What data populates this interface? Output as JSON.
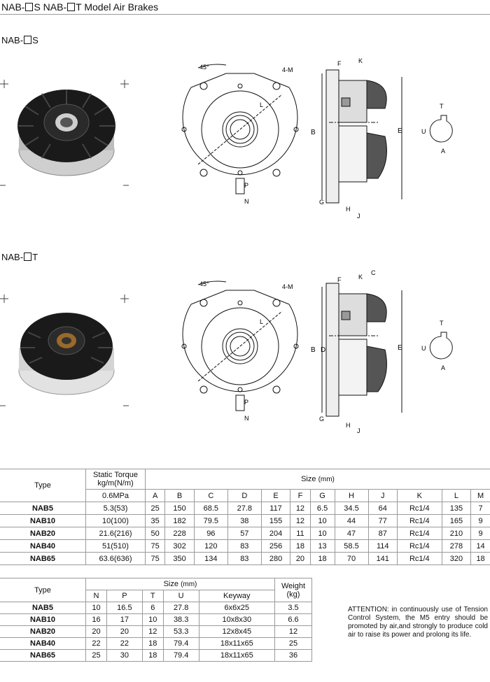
{
  "header": {
    "title_prefix": "NAB-",
    "title_mid": "S  NAB-",
    "title_suffix": "T Model Air Brakes"
  },
  "section_s": {
    "prefix": "NAB-",
    "suffix": "S"
  },
  "section_t": {
    "prefix": "NAB-",
    "suffix": "T"
  },
  "drawing_labels": {
    "angle": "45°",
    "m": "4-M",
    "l": "L",
    "p": "P",
    "n": "N",
    "f": "F",
    "k": "K",
    "b": "B",
    "e": "E",
    "g": "G",
    "h": "H",
    "j": "J",
    "t": "T",
    "u": "U",
    "a": "A",
    "c": "C",
    "d": "D"
  },
  "table1": {
    "type_header": "Type",
    "torque_header": "Static Torque",
    "torque_unit": "kg/m(N/m)",
    "pressure": "0.6MPa",
    "size_header": "Size",
    "size_unit": "(mm)",
    "columns": [
      "A",
      "B",
      "C",
      "D",
      "E",
      "F",
      "G",
      "H",
      "J",
      "K",
      "L",
      "M"
    ],
    "rows": [
      {
        "type": "NAB5",
        "torque": "5.3(53)",
        "v": [
          "25",
          "150",
          "68.5",
          "27.8",
          "117",
          "12",
          "6.5",
          "34.5",
          "64",
          "Rc1/4",
          "135",
          "7"
        ]
      },
      {
        "type": "NAB10",
        "torque": "10(100)",
        "v": [
          "35",
          "182",
          "79.5",
          "38",
          "155",
          "12",
          "10",
          "44",
          "77",
          "Rc1/4",
          "165",
          "9"
        ]
      },
      {
        "type": "NAB20",
        "torque": "21.6(216)",
        "v": [
          "50",
          "228",
          "96",
          "57",
          "204",
          "11",
          "10",
          "47",
          "87",
          "Rc1/4",
          "210",
          "9"
        ]
      },
      {
        "type": "NAB40",
        "torque": "51(510)",
        "v": [
          "75",
          "302",
          "120",
          "83",
          "256",
          "18",
          "13",
          "58.5",
          "114",
          "Rc1/4",
          "278",
          "14"
        ]
      },
      {
        "type": "NAB65",
        "torque": "63.6(636)",
        "v": [
          "75",
          "350",
          "134",
          "83",
          "280",
          "20",
          "18",
          "70",
          "141",
          "Rc1/4",
          "320",
          "18"
        ]
      }
    ]
  },
  "table2": {
    "type_header": "Type",
    "size_header": "Size",
    "size_unit": "(mm)",
    "weight_header": "Weight",
    "weight_unit": "(kg)",
    "columns": [
      "N",
      "P",
      "T",
      "U",
      "Keyway"
    ],
    "rows": [
      {
        "type": "NAB5",
        "v": [
          "10",
          "16.5",
          "6",
          "27.8",
          "6x6x25"
        ],
        "w": "3.5"
      },
      {
        "type": "NAB10",
        "v": [
          "16",
          "17",
          "10",
          "38.3",
          "10x8x30"
        ],
        "w": "6.6"
      },
      {
        "type": "NAB20",
        "v": [
          "20",
          "20",
          "12",
          "53.3",
          "12x8x45"
        ],
        "w": "12"
      },
      {
        "type": "NAB40",
        "v": [
          "22",
          "22",
          "18",
          "79.4",
          "18x11x65"
        ],
        "w": "25"
      },
      {
        "type": "NAB65",
        "v": [
          "25",
          "30",
          "18",
          "79.4",
          "18x11x65"
        ],
        "w": "36"
      }
    ]
  },
  "attention": "ATTENTION: in continuously use of Tension Control System, the M5 entry should be promoted by air,and strongly to produce cold air to raise its power and prolong its life."
}
